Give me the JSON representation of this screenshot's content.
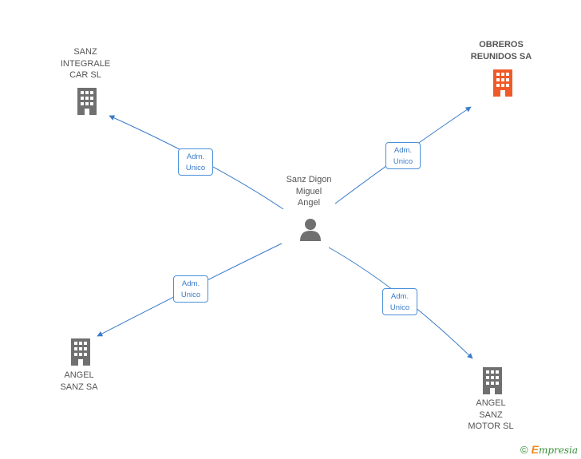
{
  "center": {
    "name": "Sanz Digon\nMiguel\nAngel",
    "icon": "person-icon"
  },
  "companies": [
    {
      "id": "sanz-integrale",
      "name": "SANZ\nINTEGRALE\nCAR SL",
      "icon": "building-icon",
      "highlight": false
    },
    {
      "id": "obreros-reunidos",
      "name": "OBREROS\nREUNIDOS SA",
      "icon": "building-icon",
      "highlight": true
    },
    {
      "id": "angel-sanz-sa",
      "name": "ANGEL\nSANZ SA",
      "icon": "building-icon",
      "highlight": false
    },
    {
      "id": "angel-sanz-motor",
      "name": "ANGEL\nSANZ\nMOTOR SL",
      "icon": "building-icon",
      "highlight": false
    }
  ],
  "relations": [
    {
      "line1": "Adm.",
      "line2": "Unico"
    },
    {
      "line1": "Adm.",
      "line2": "Unico"
    },
    {
      "line1": "Adm.",
      "line2": "Unico"
    },
    {
      "line1": "Adm.",
      "line2": "Unico"
    }
  ],
  "colors": {
    "edge": "#3a7bc8",
    "building_default": "#707070",
    "building_highlight": "#f05a28",
    "person": "#707070"
  },
  "footer": {
    "copyright": "©",
    "brand_initial": "E",
    "brand_rest": "mpresia"
  }
}
